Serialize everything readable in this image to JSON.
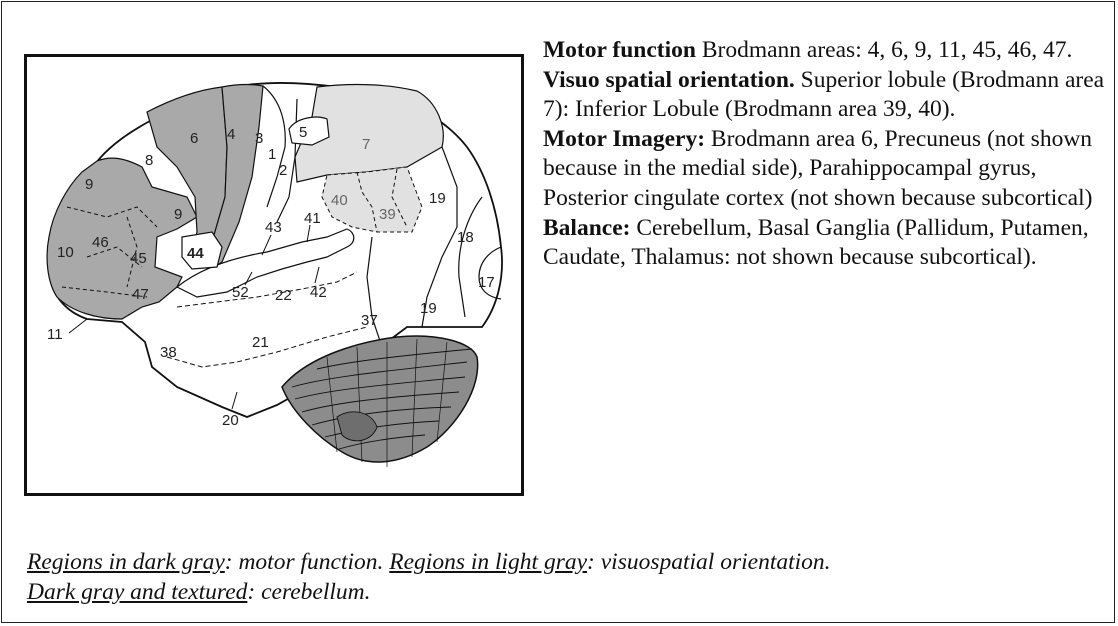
{
  "descriptions": [
    {
      "term": "Motor function",
      "text": " Brodmann areas: 4, 6, 9, 11, 45, 46, 47."
    },
    {
      "term": "Visuo spatial orientation.",
      "text": " Superior lobule (Brodmann area 7): Inferior Lobule (Brodmann area 39, 40)."
    },
    {
      "term": "Motor Imagery:",
      "text": " Brodmann area 6, Precuneus (not shown because in the medial side), Parahippocampal gyrus, Posterior cingulate cortex (not shown because subcortical)"
    },
    {
      "term": "Balance:",
      "text": " Cerebellum, Basal Ganglia (Pallidum, Putamen, Caudate,  Thalamus: not shown because subcortical)."
    }
  ],
  "caption": {
    "dark_label": "Regions in dark gray",
    "dark_text": ": motor function. ",
    "light_label": "Regions in light gray",
    "light_text": ": visuospatial orientation.",
    "textured_label": "Dark gray and textured",
    "textured_sep": ":",
    "textured_text": " cerebellum."
  },
  "brain_labels": {
    "a4": "4",
    "a6": "6",
    "a3": "3",
    "a1": "1",
    "a2": "2",
    "a5": "5",
    "a7": "7",
    "a8": "8",
    "a9a": "9",
    "a9b": "9",
    "a10": "10",
    "a46": "46",
    "a45": "45",
    "a44": "44",
    "a47": "47",
    "a11": "11",
    "a43": "43",
    "a41": "41",
    "a40": "40",
    "a39": "39",
    "a19a": "19",
    "a19b": "19",
    "a18": "18",
    "a17": "17",
    "a52": "52",
    "a22": "22",
    "a42": "42",
    "a37": "37",
    "a21": "21",
    "a38": "38",
    "a20": "20"
  },
  "colors": {
    "dark_gray": "#a9a9a9",
    "light_gray": "#e1e1e1",
    "cerebellum": "#8c8c8c"
  }
}
